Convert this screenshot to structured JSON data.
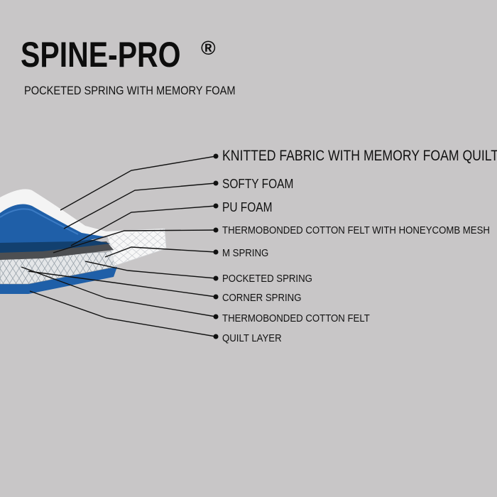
{
  "header": {
    "brand": "SPINE-PRO",
    "registered_mark": "®",
    "tagline": "POCKETED SPRING WITH MEMORY FOAM"
  },
  "layers": [
    {
      "id": "knitted-fabric",
      "label": "KNITTED FABRIC WITH MEMORY FOAM QUILT"
    },
    {
      "id": "softy-foam",
      "label": "SOFTY FOAM"
    },
    {
      "id": "pu-foam",
      "label": "PU FOAM"
    },
    {
      "id": "thermobonded-honeycomb",
      "label": "THERMOBONDED COTTON FELT WITH HONEYCOMB MESH"
    },
    {
      "id": "m-spring",
      "label": "M SPRING"
    },
    {
      "id": "pocketed-spring",
      "label": "POCKETED SPRING"
    },
    {
      "id": "corner-spring",
      "label": "CORNER SPRING"
    },
    {
      "id": "thermobonded-felt",
      "label": "THERMOBONDED COTTON FELT"
    },
    {
      "id": "quilt-layer",
      "label": "QUILT LAYER"
    }
  ],
  "colors": {
    "background": "#c8c6c7",
    "foam_blue": "#1f5fa8",
    "fabric_white": "#f4f4f4",
    "leader_line": "#111111"
  }
}
